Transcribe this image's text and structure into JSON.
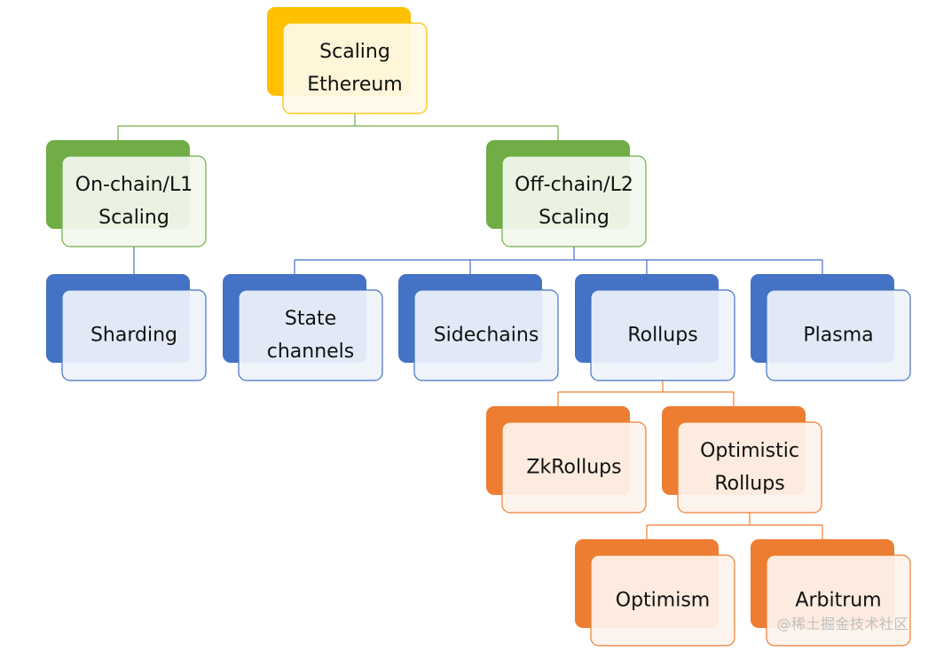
{
  "colors": {
    "root": "#FFC000",
    "level1": "#70AD47",
    "level2": "#4472C4",
    "level3": "#ED7D31"
  },
  "nodes": [
    {
      "id": "scaling-ethereum",
      "lines": [
        "Scaling",
        "Ethereum"
      ],
      "parent": null,
      "tone": "root"
    },
    {
      "id": "on-chain-l1-scaling",
      "lines": [
        "On-chain/L1",
        "Scaling"
      ],
      "parent": "scaling-ethereum",
      "tone": "level1"
    },
    {
      "id": "off-chain-l2-scaling",
      "lines": [
        "Off-chain/L2",
        "Scaling"
      ],
      "parent": "scaling-ethereum",
      "tone": "level1"
    },
    {
      "id": "sharding",
      "lines": [
        "Sharding"
      ],
      "parent": "on-chain-l1-scaling",
      "tone": "level2"
    },
    {
      "id": "state-channels",
      "lines": [
        "State",
        "channels"
      ],
      "parent": "off-chain-l2-scaling",
      "tone": "level2"
    },
    {
      "id": "sidechains",
      "lines": [
        "Sidechains"
      ],
      "parent": "off-chain-l2-scaling",
      "tone": "level2"
    },
    {
      "id": "rollups",
      "lines": [
        "Rollups"
      ],
      "parent": "off-chain-l2-scaling",
      "tone": "level2"
    },
    {
      "id": "plasma",
      "lines": [
        "Plasma"
      ],
      "parent": "off-chain-l2-scaling",
      "tone": "level2"
    },
    {
      "id": "zkrollups",
      "lines": [
        "ZkRollups"
      ],
      "parent": "rollups",
      "tone": "level3"
    },
    {
      "id": "optimistic-rollups",
      "lines": [
        "Optimistic",
        "Rollups"
      ],
      "parent": "rollups",
      "tone": "level3"
    },
    {
      "id": "optimism",
      "lines": [
        "Optimism"
      ],
      "parent": "optimistic-rollups",
      "tone": "level3"
    },
    {
      "id": "arbitrum",
      "lines": [
        "Arbitrum"
      ],
      "parent": "optimistic-rollups",
      "tone": "level3"
    }
  ],
  "watermark": "@稀土掘金技术社区"
}
